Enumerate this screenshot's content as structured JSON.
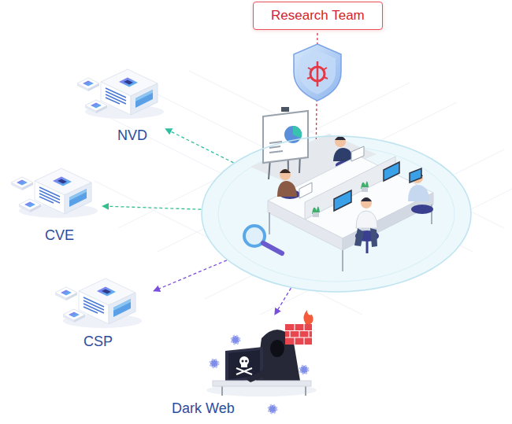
{
  "diagram": {
    "nodes": [
      {
        "text": [
          "Research Team"
        ]
      },
      {
        "text": [
          "NVD"
        ]
      },
      {
        "text": [
          "CVE"
        ]
      },
      {
        "text": [
          "CSP"
        ]
      },
      {
        "text": [
          "Dark Web"
        ]
      }
    ],
    "edges": [
      {
        "from": 0,
        "to": 1,
        "arrow": "to"
      },
      {
        "from": 0,
        "to": 2,
        "arrow": "to"
      },
      {
        "from": 0,
        "to": 3,
        "arrow": "to"
      },
      {
        "from": 0,
        "to": 4,
        "arrow": "to"
      }
    ]
  }
}
